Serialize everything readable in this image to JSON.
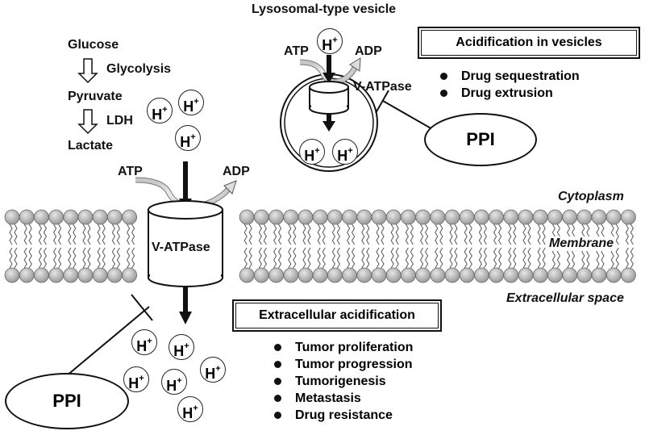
{
  "vesicle_title": "Lysosomal-type vesicle",
  "pathway": {
    "glucose": "Glucose",
    "glycolysis": "Glycolysis",
    "pyruvate": "Pyruvate",
    "ldh": "LDH",
    "lactate": "Lactate"
  },
  "proton": {
    "symbol": "H",
    "charge": "+"
  },
  "atp": "ATP",
  "adp": "ADP",
  "v_atpase": "V-ATPase",
  "regions": {
    "cytoplasm": "Cytoplasm",
    "membrane": "Membrane",
    "extracellular": "Extracellular space"
  },
  "vesicle_box": {
    "title": "Acidification in vesicles",
    "items": [
      "Drug sequestration",
      "Drug extrusion"
    ]
  },
  "extracellular_box": {
    "title": "Extracellular acidification",
    "items": [
      "Tumor proliferation",
      "Tumor progression",
      "Tumorigenesis",
      "Metastasis",
      "Drug resistance"
    ]
  },
  "ppi": "PPI",
  "colors": {
    "line": "#111111",
    "head_fill": "#b3b3b3",
    "arrow_fill": "#d9d9d9"
  }
}
